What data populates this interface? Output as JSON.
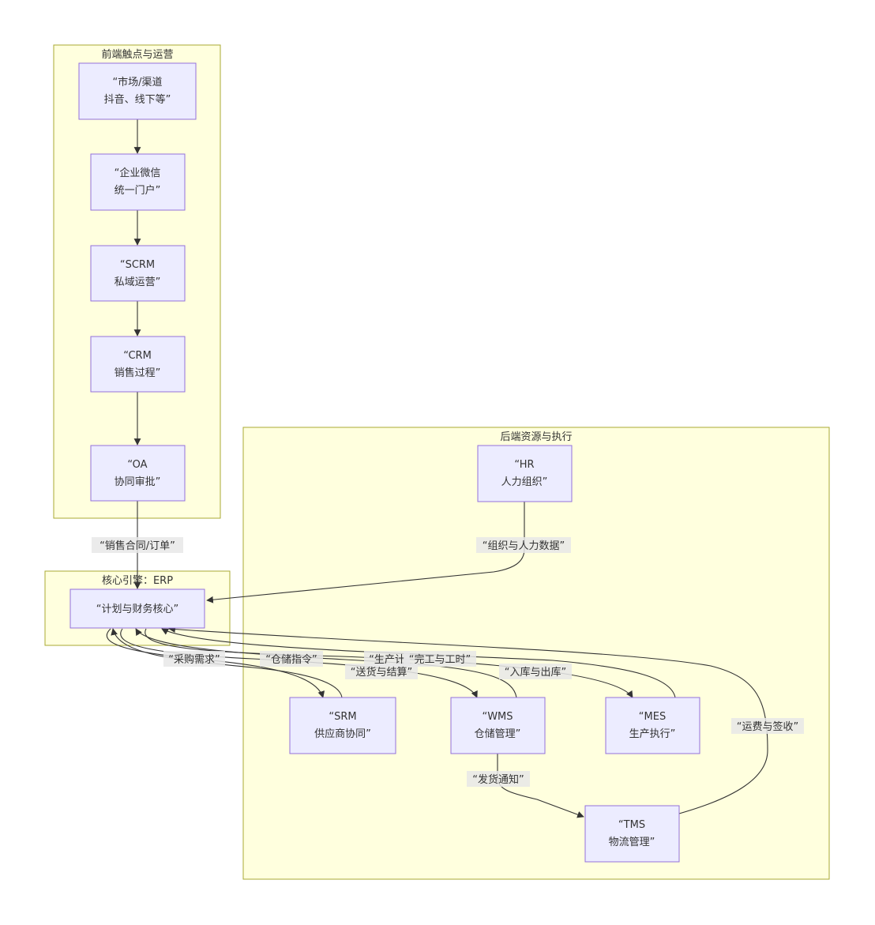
{
  "clusters": {
    "front": {
      "title": "前端触点与运营"
    },
    "core": {
      "title": "核心引擎：ERP"
    },
    "back": {
      "title": "后端资源与执行"
    }
  },
  "nodes": {
    "market": {
      "line1": "“市场/渠道",
      "line2": "抖音、线下等”"
    },
    "wecom": {
      "line1": "“企业微信",
      "line2": "统一门户”"
    },
    "scrm": {
      "line1": "“SCRM",
      "line2": "私域运营”"
    },
    "crm": {
      "line1": "“CRM",
      "line2": "销售过程”"
    },
    "oa": {
      "line1": "“OA",
      "line2": "协同审批”"
    },
    "erp": {
      "line1": "“计划与财务核心”"
    },
    "hr": {
      "line1": "“HR",
      "line2": "人力组织”"
    },
    "srm": {
      "line1": "“SRM",
      "line2": "供应商协同”"
    },
    "wms": {
      "line1": "“WMS",
      "line2": "仓储管理”"
    },
    "mes": {
      "line1": "“MES",
      "line2": "生产执行”"
    },
    "tms": {
      "line1": "“TMS",
      "line2": "物流管理”"
    }
  },
  "edges": {
    "oa_erp": "“销售合同/订单”",
    "hr_erp": "“组织与人力数据”",
    "erp_srm": "“采购需求”",
    "srm_erp": "“送货与结算”",
    "erp_wms": "“仓储指令”",
    "wms_erp": "“入库与出库”",
    "erp_mes": "“生产计",
    "mes_erp": "“完工与工时”",
    "wms_tms": "“发货通知”",
    "tms_erp": "“运费与签收”"
  },
  "colors": {
    "cluster_fill": "#ffffde",
    "cluster_stroke": "#aaaa33",
    "node_fill": "#ececff",
    "node_stroke": "#9370db",
    "edge": "#333333"
  }
}
